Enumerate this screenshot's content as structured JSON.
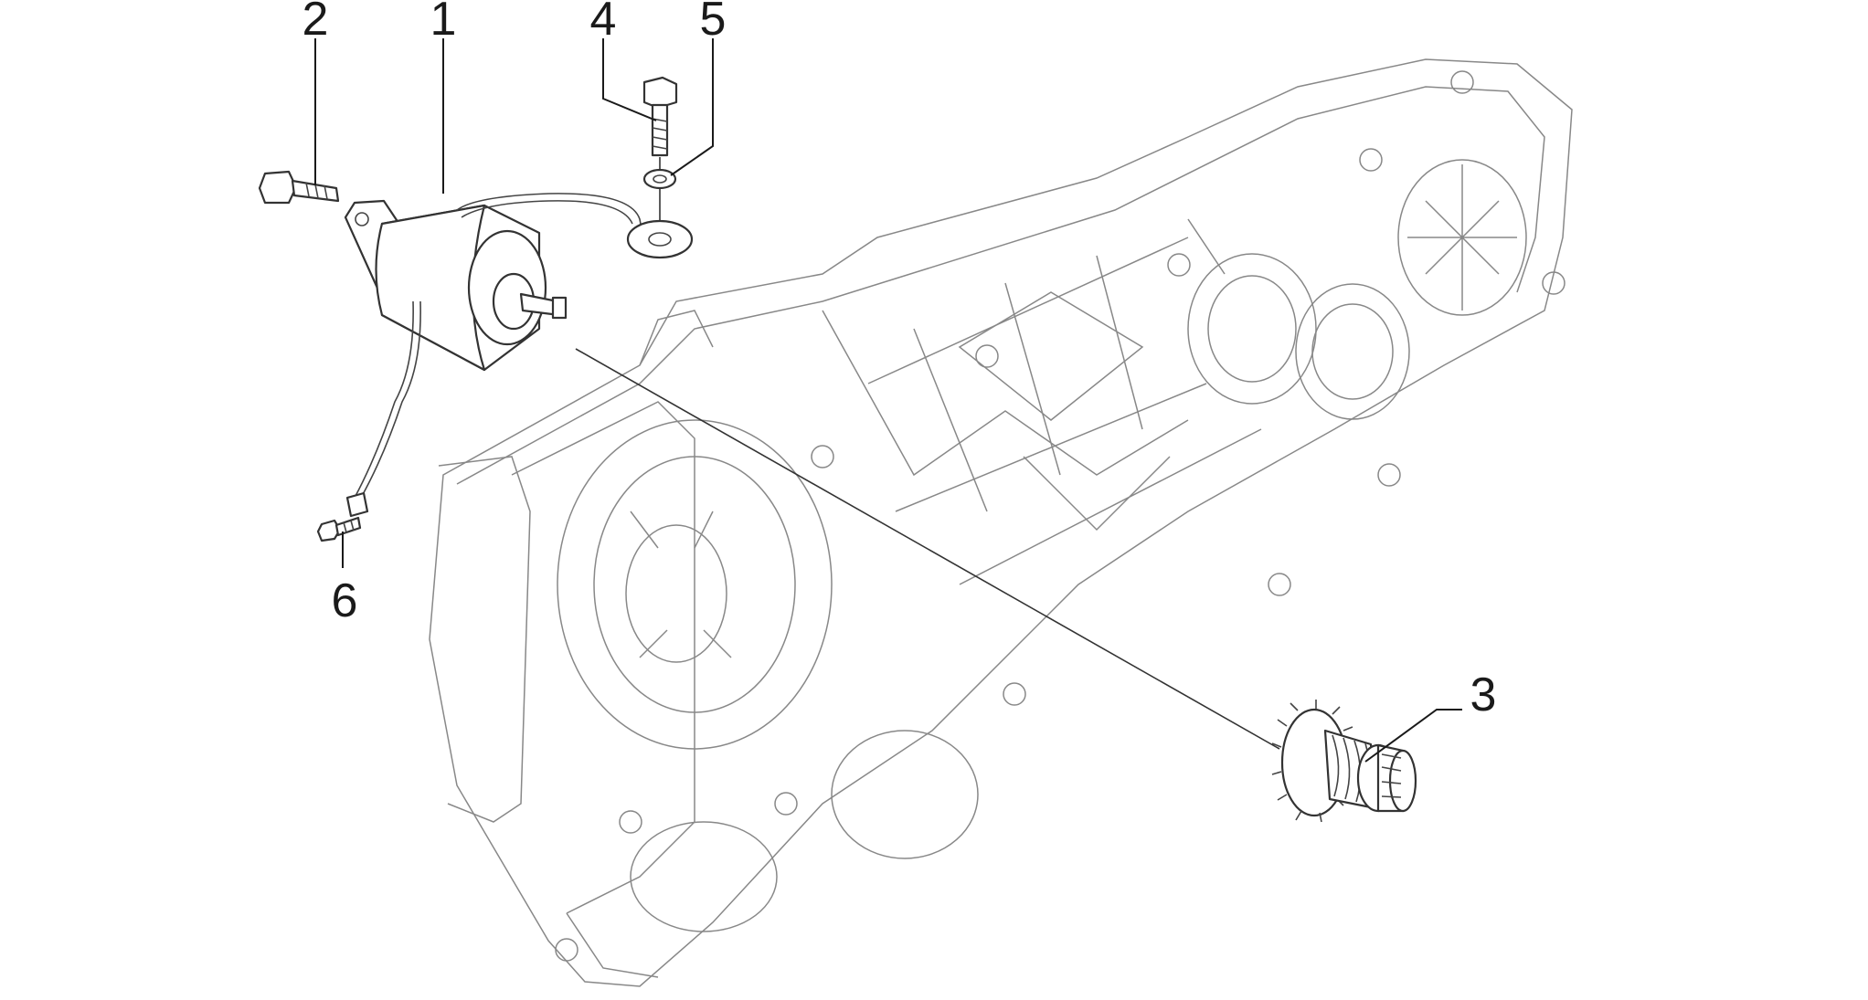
{
  "callouts": [
    {
      "id": "1",
      "label": "1"
    },
    {
      "id": "2",
      "label": "2"
    },
    {
      "id": "3",
      "label": "3"
    },
    {
      "id": "4",
      "label": "4"
    },
    {
      "id": "5",
      "label": "5"
    },
    {
      "id": "6",
      "label": "6"
    }
  ],
  "colors": {
    "line": "#333333",
    "background": "#ffffff"
  }
}
